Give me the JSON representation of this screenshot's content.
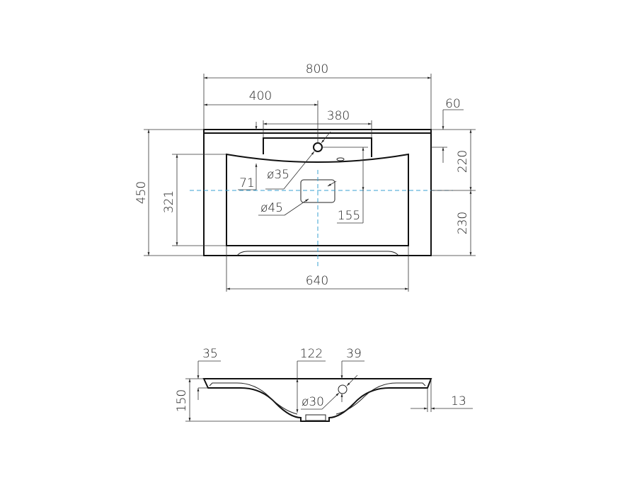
{
  "top_view": {
    "dims": {
      "overall_width": "800",
      "half_width": "400",
      "deck_width": "380",
      "deck_offset": "60",
      "back_to_center": "220",
      "center_to_front": "230",
      "overall_depth": "450",
      "bowl_depth": "321",
      "back_to_bowl": "71",
      "hole_to_center": "155",
      "tap_hole": "ø35",
      "drain": "ø45",
      "bowl_width": "640"
    }
  },
  "side_view": {
    "dims": {
      "height": "150",
      "rim": "35",
      "bowl_depth": "122",
      "overflow_height": "39",
      "overflow": "ø30",
      "edge": "13"
    }
  },
  "colors": {
    "line": "#111111",
    "centerline": "#3aa0d0"
  }
}
